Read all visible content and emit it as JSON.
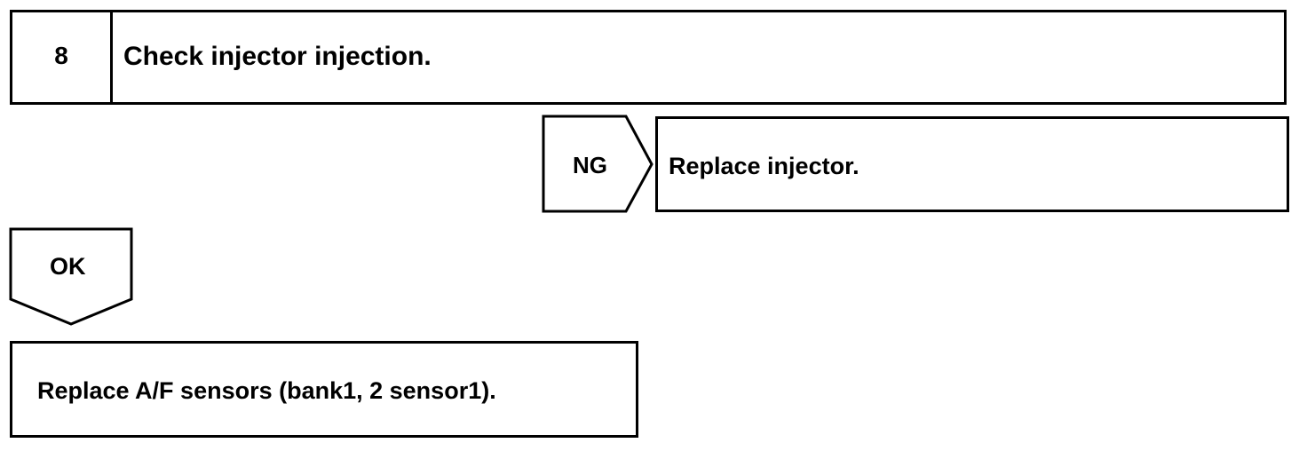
{
  "step": {
    "number": "8",
    "title": "Check injector injection."
  },
  "ng_branch": {
    "label": "NG",
    "action": "Replace injector."
  },
  "ok_branch": {
    "label": "OK",
    "action": "Replace A/F sensors (bank1, 2 sensor1)."
  },
  "colors": {
    "line": "#000000",
    "background": "#ffffff"
  }
}
